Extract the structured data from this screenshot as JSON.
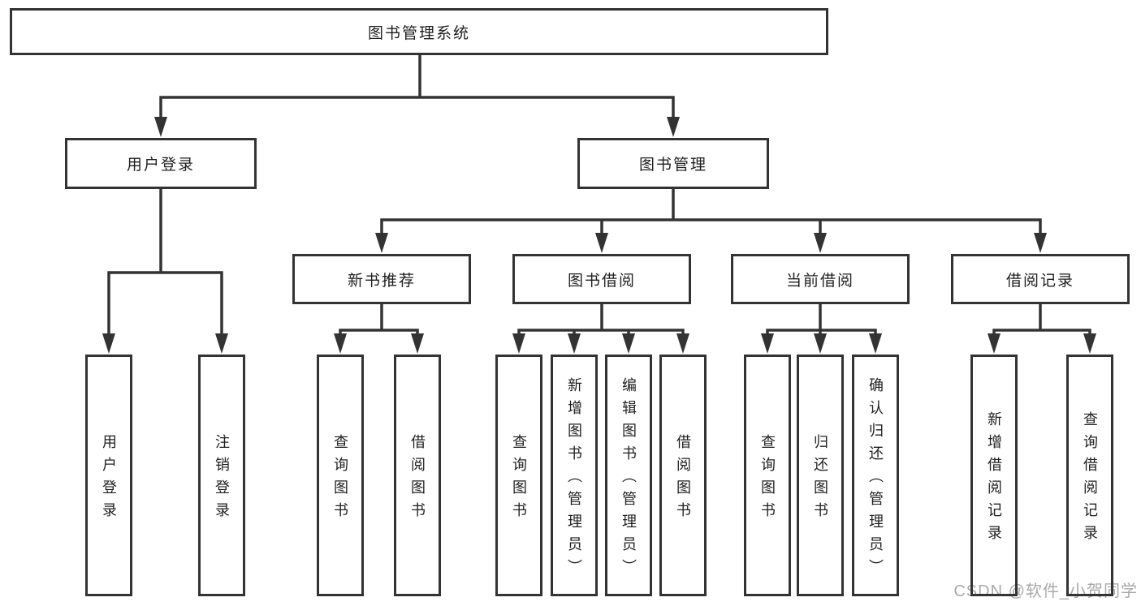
{
  "diagram": {
    "root": {
      "label": "图书管理系统"
    },
    "branches": [
      {
        "label": "用户登录",
        "children": [
          {
            "label": "用户登录"
          },
          {
            "label": "注销登录"
          }
        ]
      },
      {
        "label": "图书管理",
        "children": [
          {
            "label": "新书推荐",
            "children": [
              {
                "label": "查询图书"
              },
              {
                "label": "借阅图书"
              }
            ]
          },
          {
            "label": "图书借阅",
            "children": [
              {
                "label": "查询图书"
              },
              {
                "label": "新增图书（管理员）"
              },
              {
                "label": "编辑图书（管理员）"
              },
              {
                "label": "借阅图书"
              }
            ]
          },
          {
            "label": "当前借阅",
            "children": [
              {
                "label": "查询图书"
              },
              {
                "label": "归还图书"
              },
              {
                "label": "确认归还（管理员）"
              }
            ]
          },
          {
            "label": "借阅记录",
            "children": [
              {
                "label": "新增借阅记录"
              },
              {
                "label": "查询借阅记录"
              }
            ]
          }
        ]
      }
    ]
  },
  "watermark": {
    "text": "CSDN @软件_小贺同学"
  },
  "colors": {
    "line": "#333333",
    "text": "#1f1f1f",
    "watermark": "#a9a9a9",
    "background": "#ffffff"
  }
}
